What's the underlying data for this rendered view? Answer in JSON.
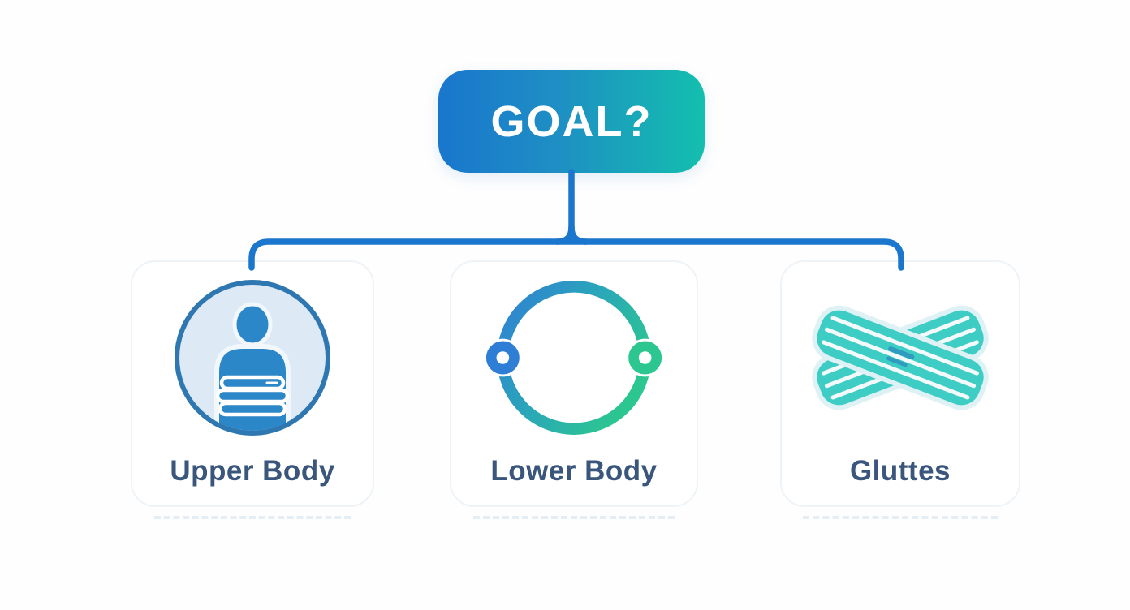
{
  "page": {
    "background_color": "#ffffff"
  },
  "diagram": {
    "root": {
      "label": "GOAL?",
      "text_color": "#ffffff",
      "gradient_start": "#1976cd",
      "gradient_end": "#13bfae"
    },
    "connector_color": "#1b76cd",
    "label_color": "#3a567c",
    "branches": [
      {
        "label": "Upper Body",
        "icon": "upper-body-figure-icon",
        "icon_circle_fill": "#ddeaf6",
        "icon_circle_stroke": "#2e77b0",
        "icon_figure_color": "#2b87c8"
      },
      {
        "label": "Lower Body",
        "icon": "lower-body-ring-icon",
        "ring_gradient_start": "#2f7ed6",
        "ring_gradient_end": "#2cc690"
      },
      {
        "label": "Gluttes",
        "icon": "crossed-ribbon-icon",
        "ribbon_color": "#3ecdc4",
        "ribbon_stripe_color": "#f2fafb"
      }
    ]
  }
}
